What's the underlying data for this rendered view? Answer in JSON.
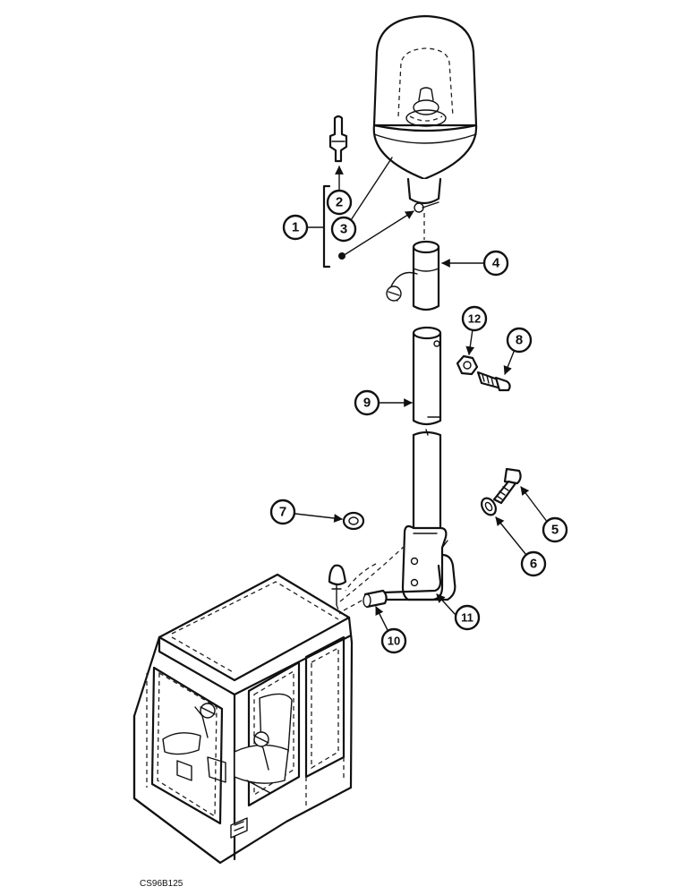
{
  "diagram": {
    "callouts": [
      "1",
      "2",
      "3",
      "4",
      "5",
      "6",
      "7",
      "8",
      "9",
      "10",
      "11",
      "12"
    ],
    "reference_code": "CS96B125"
  }
}
